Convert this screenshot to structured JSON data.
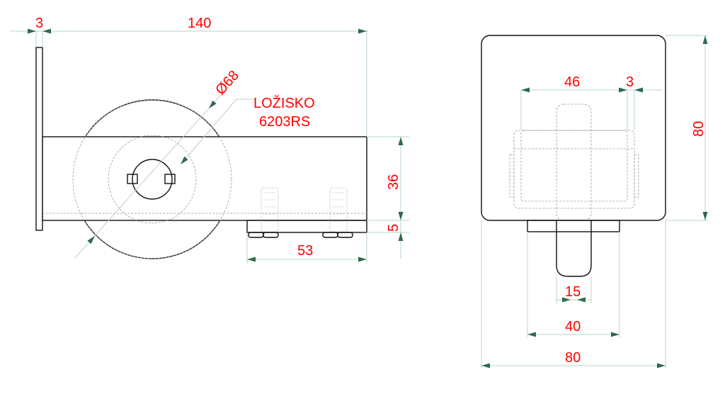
{
  "drawing": {
    "colors": {
      "object_line": "#111111",
      "hidden_line": "#9a9a9a",
      "dimension_line": "#b8d4c8",
      "arrow": "#2e6b4a",
      "label": "#ff0000",
      "background": "#ffffff"
    },
    "side_view": {
      "dimensions": {
        "plate_thickness": "3",
        "overall_length": "140",
        "wheel_diameter": "Ø68",
        "height_profile": "36",
        "base_thickness": "5",
        "base_length": "53"
      },
      "note": {
        "line1": "LOŽISKO",
        "line2": "6203RS"
      }
    },
    "front_view": {
      "dimensions": {
        "inner_width": "46",
        "wall_thickness": "3",
        "overall_height": "80",
        "wheel_width": "15",
        "base_width": "40",
        "overall_width": "80"
      }
    }
  }
}
